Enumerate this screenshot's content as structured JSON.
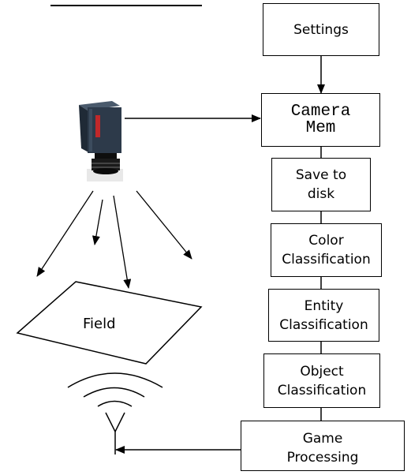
{
  "boxes": {
    "settings": {
      "lines": [
        "Settings"
      ]
    },
    "camera_mem": {
      "lines": [
        "Camera",
        "Mem"
      ]
    },
    "save_to_disk": {
      "lines": [
        "Save to",
        "disk"
      ]
    },
    "color_classification": {
      "lines": [
        "Color",
        "Classification"
      ]
    },
    "entity_classification": {
      "lines": [
        "Entity",
        "Classification"
      ]
    },
    "object_classification": {
      "lines": [
        "Object",
        "Classification"
      ]
    },
    "game_processing": {
      "lines": [
        "Game",
        "Processing"
      ]
    }
  },
  "field_label": "Field",
  "colors": {
    "line": "#000000",
    "camera_body": "#2d3a4a",
    "camera_badge": "#c0282a",
    "lens": "#1a1a1a"
  }
}
